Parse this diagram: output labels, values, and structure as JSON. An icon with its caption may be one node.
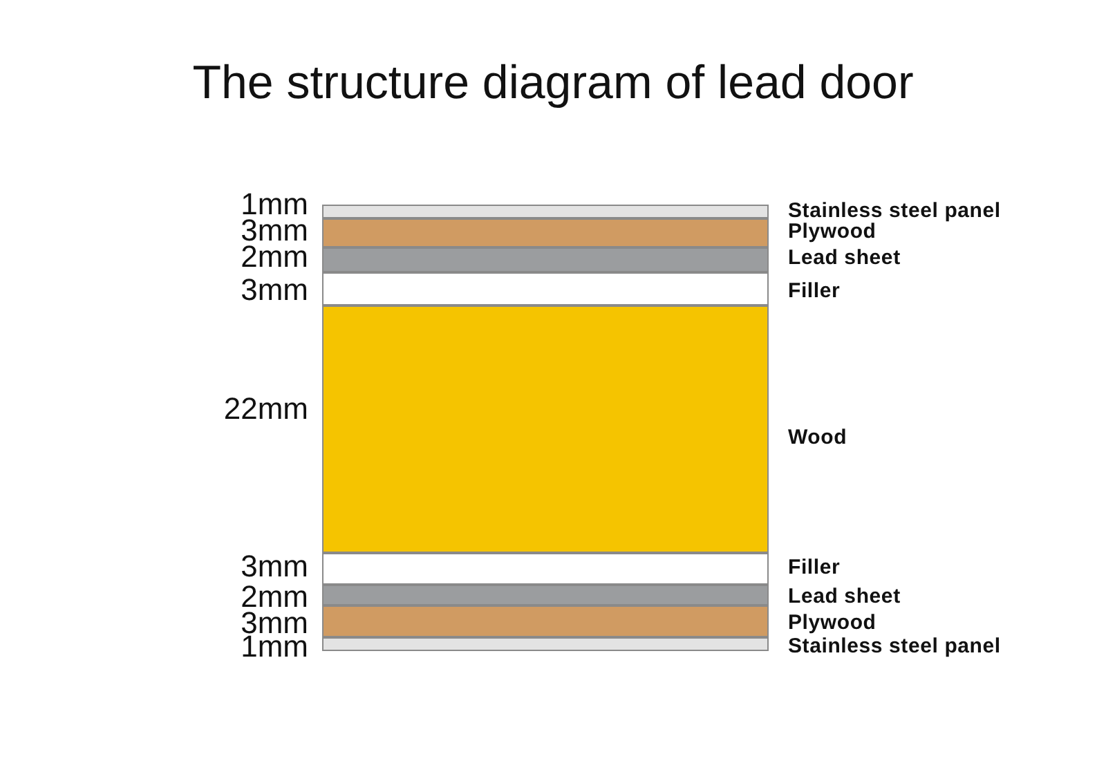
{
  "diagram": {
    "title": "The structure diagram of lead door",
    "nodes": [
      {
        "text": [],
        "shape": "bar",
        "beside": [
          "1mm",
          "Stainless steel panel"
        ]
      },
      {
        "text": [],
        "shape": "bar",
        "beside": [
          "3mm",
          "Plywood"
        ]
      },
      {
        "text": [],
        "shape": "bar",
        "beside": [
          "2mm",
          "Lead sheet"
        ]
      },
      {
        "text": [],
        "shape": "bar",
        "beside": [
          "3mm",
          "Filler"
        ]
      },
      {
        "text": [],
        "shape": "bar",
        "beside": [
          "22mm",
          "Wood"
        ]
      },
      {
        "text": [],
        "shape": "bar",
        "beside": [
          "3mm",
          "Filler"
        ]
      },
      {
        "text": [],
        "shape": "bar",
        "beside": [
          "2mm",
          "Lead sheet"
        ]
      },
      {
        "text": [],
        "shape": "bar",
        "beside": [
          "3mm",
          "Plywood"
        ]
      },
      {
        "text": [],
        "shape": "bar",
        "beside": [
          "1mm",
          "Stainless steel panel"
        ]
      }
    ]
  }
}
